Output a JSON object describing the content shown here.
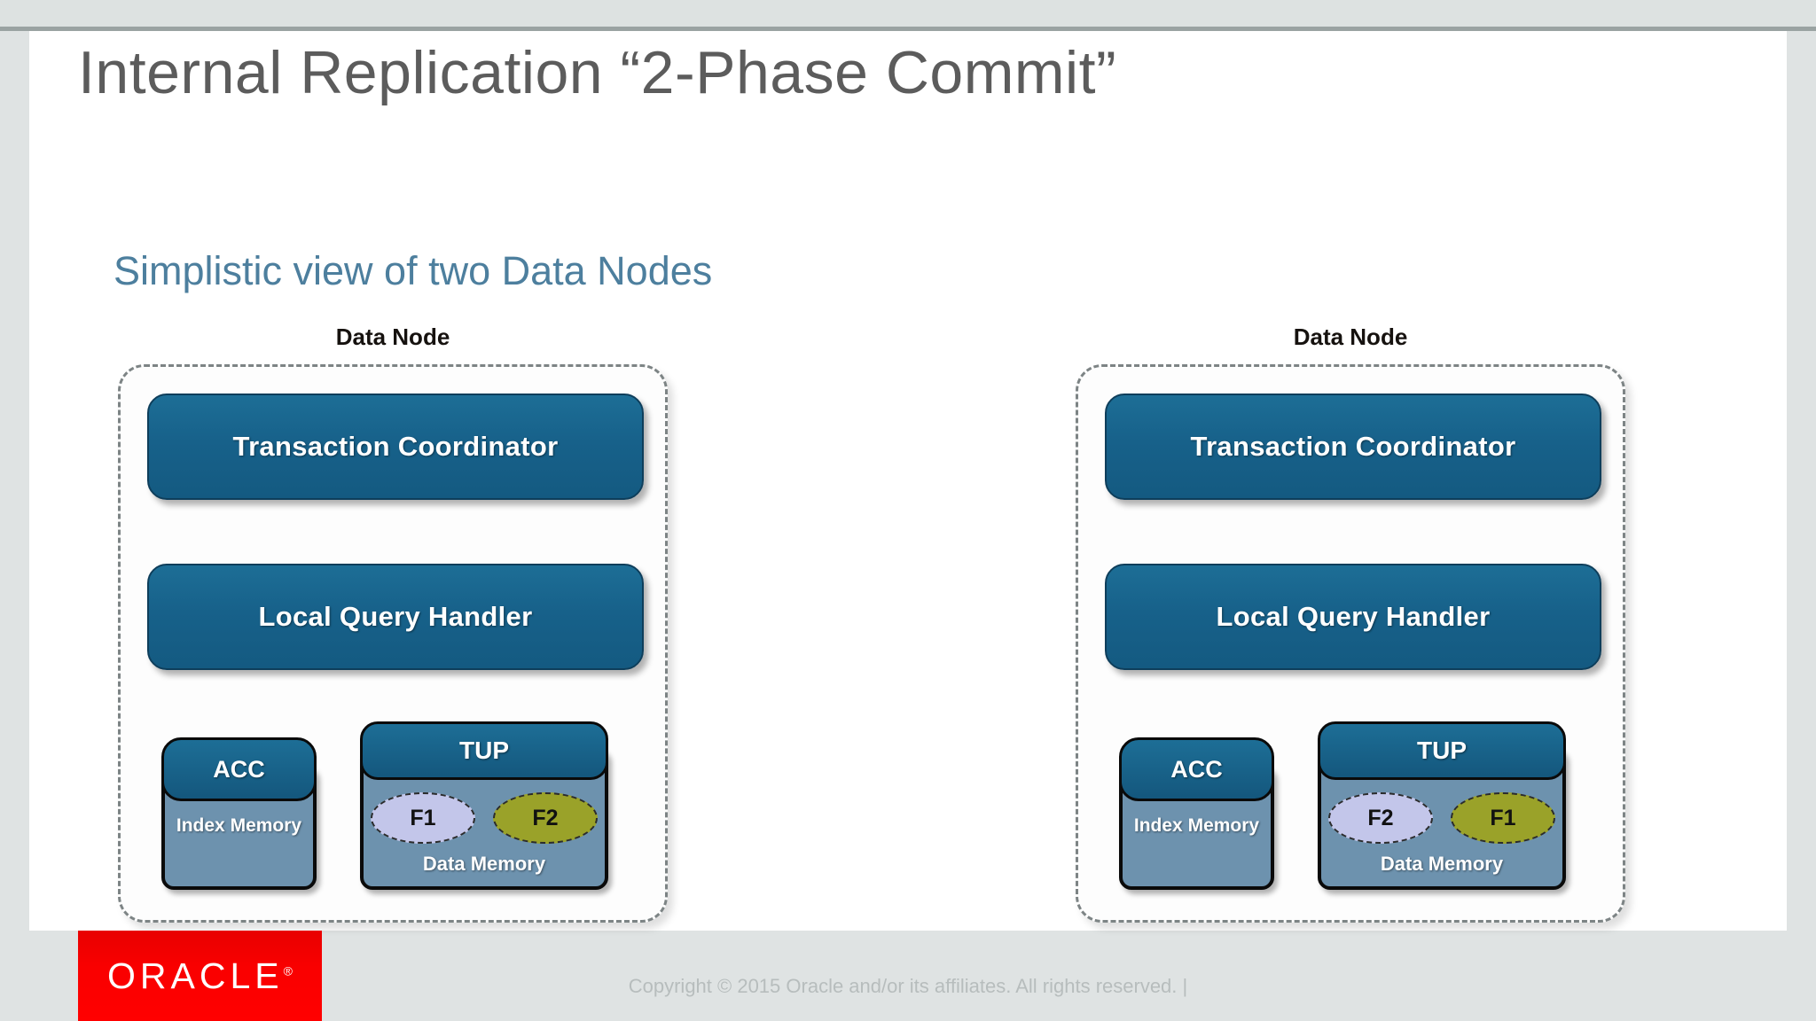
{
  "slide": {
    "title": "Internal Replication “2-Phase Commit”",
    "section_title": "Simplistic view of two Data Nodes"
  },
  "colors": {
    "title_grey": "#5c5c5c",
    "section_blue": "#4d7f9e",
    "block_blue": "#17618a",
    "memory_slate": "#6d92ae",
    "fragment_lavender": "#c3c6ea",
    "fragment_olive": "#9aa229",
    "oracle_red": "#ff0000",
    "dashed_border": "#7d8485"
  },
  "nodes": [
    {
      "caption": "Data Node",
      "transaction_coordinator": "Transaction Coordinator",
      "local_query_handler": "Local Query Handler",
      "acc": {
        "title": "ACC",
        "label": "Index Memory"
      },
      "tup": {
        "title": "TUP",
        "label": "Data Memory",
        "fragments": [
          {
            "name": "F1",
            "color": "lavender"
          },
          {
            "name": "F2",
            "color": "olive"
          }
        ]
      }
    },
    {
      "caption": "Data Node",
      "transaction_coordinator": "Transaction Coordinator",
      "local_query_handler": "Local Query Handler",
      "acc": {
        "title": "ACC",
        "label": "Index Memory"
      },
      "tup": {
        "title": "TUP",
        "label": "Data Memory",
        "fragments": [
          {
            "name": "F2",
            "color": "lavender"
          },
          {
            "name": "F1",
            "color": "olive"
          }
        ]
      }
    }
  ],
  "footer": {
    "logo_text": "ORACLE",
    "logo_registered": "®",
    "copyright": "Copyright © 2015 Oracle and/or its affiliates. All rights reserved.  |"
  }
}
